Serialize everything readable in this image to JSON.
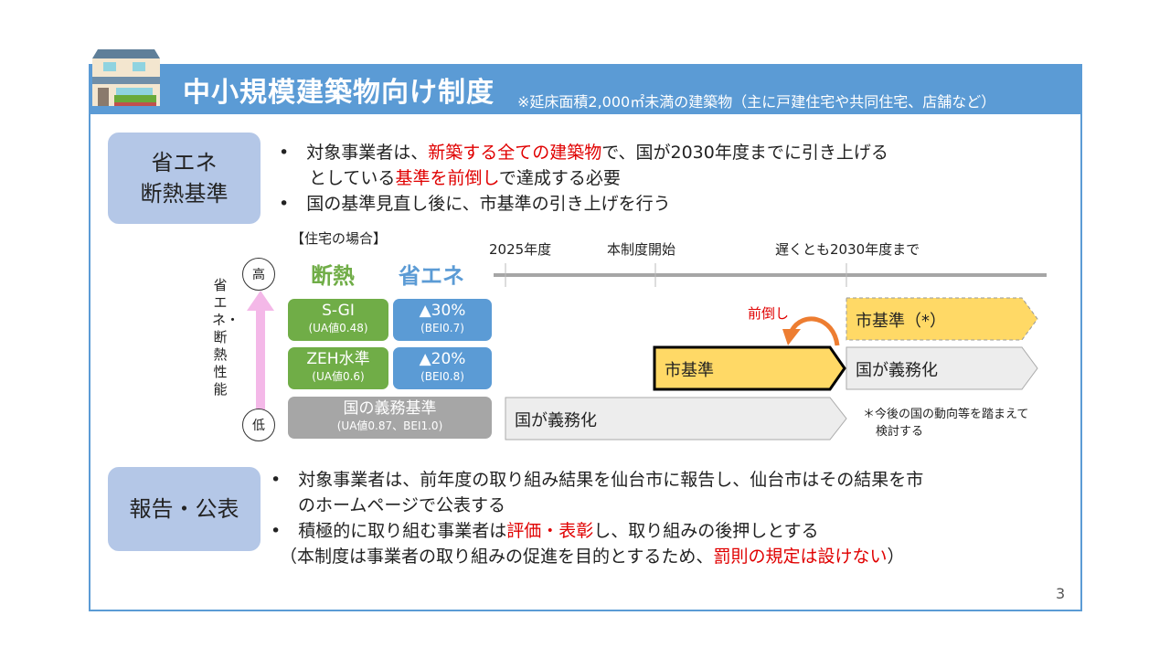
{
  "header": {
    "title": "中小規模建築物向け制度",
    "note": "※延床面積2,000㎡未満の建築物（主に戸建住宅や共同住宅、店舗など）"
  },
  "section1": {
    "label_line1": "省エネ",
    "label_line2": "断熱基準",
    "bullet1": {
      "a": "対象事業者は、",
      "b": "新築する全ての建築物",
      "c": "で、国が2030年度までに引き上げる",
      "d": "としている",
      "e": "基準を前倒し",
      "f": "で達成する必要"
    },
    "bullet2": "国の基準見直し後に、市基準の引き上げを行う"
  },
  "diagram": {
    "case_label": "【住宅の場合】",
    "col_insulation": "断熱",
    "col_energy": "省エネ",
    "axis_label": "省エネ・断熱性能",
    "high": "高",
    "low": "低",
    "rows": [
      {
        "ins": "S-GI",
        "ins_sub": "(UA値0.48)",
        "en": "▲30%",
        "en_sub": "(BEI0.7)"
      },
      {
        "ins": "ZEH水準",
        "ins_sub": "(UA値0.6)",
        "en": "▲20%",
        "en_sub": "(BEI0.8)"
      }
    ],
    "base": "国の義務基準",
    "base_sub": "(UA値0.87、BEI1.0)",
    "timeline": [
      "2025年度",
      "本制度開始",
      "遅くとも2030年度まで"
    ],
    "bars": {
      "city_future": "市基準（*）",
      "city": "市基準",
      "national_2030": "国が義務化",
      "national_2025": "国が義務化"
    },
    "advance": "前倒し",
    "footnote1": "＊今後の国の動向等を踏まえて",
    "footnote2": "検討する",
    "colors": {
      "yellow": "#ffd966",
      "orange": "#ed7d31",
      "gray": "#ededed"
    }
  },
  "section2": {
    "label": "報告・公表",
    "bullet1a": "対象事業者は、前年度の取り組み結果を仙台市に報告し、仙台市はその結果を市",
    "bullet1b": "のホームページで公表する",
    "bullet2": {
      "a": "積極的に取り組む事業者は",
      "b": "評価・表彰",
      "c": "し、取り組みの後押しとする"
    },
    "note": {
      "a": "（本制度は事業者の取り組みの促進を目的とするため、",
      "b": "罰則の規定は設けない",
      "c": "）"
    }
  },
  "page_number": "3"
}
